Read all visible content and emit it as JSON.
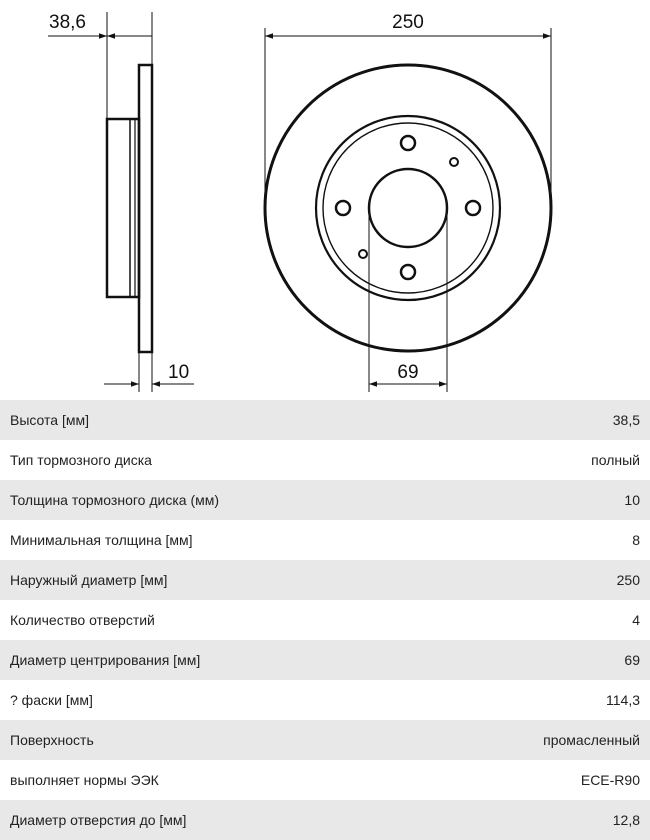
{
  "dimensions": {
    "width_label": "38,6",
    "diameter_label": "250",
    "thickness_label": "10",
    "center_label": "69"
  },
  "specs": [
    {
      "label": "Высота [мм]",
      "value": "38,5"
    },
    {
      "label": "Тип тормозного диска",
      "value": "полный"
    },
    {
      "label": "Толщина тормозного диска (мм)",
      "value": "10"
    },
    {
      "label": "Минимальная толщина [мм]",
      "value": "8"
    },
    {
      "label": "Наружный диаметр [мм]",
      "value": "250"
    },
    {
      "label": "Количество отверстий",
      "value": "4"
    },
    {
      "label": "Диаметр центрирования [мм]",
      "value": "69"
    },
    {
      "label": "? фаски [мм]",
      "value": "114,3"
    },
    {
      "label": "Поверхность",
      "value": "промасленный"
    },
    {
      "label": "выполняет нормы ЭЭК",
      "value": "ECE-R90"
    },
    {
      "label": "Диаметр отверстия до [мм]",
      "value": "12,8"
    }
  ]
}
